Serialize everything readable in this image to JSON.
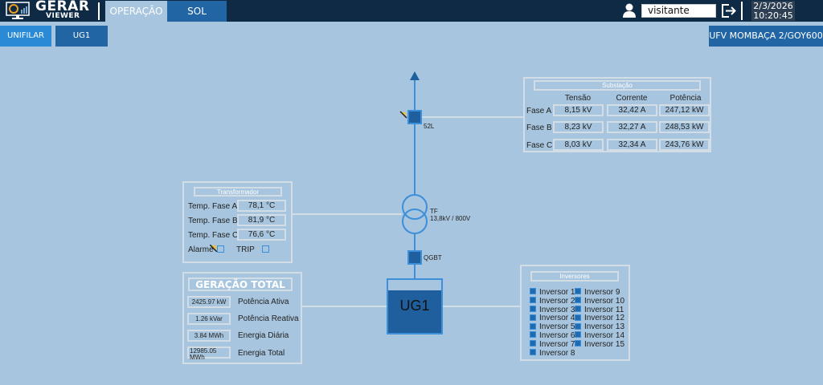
{
  "header": {
    "logo_text": "GERAR",
    "logo_subtext": "VIEWER",
    "tabs": [
      {
        "label": "OPERAÇÃO",
        "active": true
      },
      {
        "label": "SOL",
        "active": false
      }
    ],
    "username": "visitante",
    "date": "2/3/2026",
    "time": "10:20:45"
  },
  "subnav": {
    "buttons": [
      "UNIFILAR",
      "UG1"
    ],
    "plant_name": "UFV MOMBAÇA 2/GOY600"
  },
  "substation": {
    "title": "Substação",
    "columns": [
      "Tensão",
      "Corrente",
      "Potência"
    ],
    "rows": [
      {
        "label": "Fase A",
        "values": [
          "8,15 kV",
          "32,42 A",
          "247,12 kW"
        ]
      },
      {
        "label": "Fase B",
        "values": [
          "8,23 kV",
          "32,27 A",
          "248,53 kW"
        ]
      },
      {
        "label": "Fase C",
        "values": [
          "8,03 kV",
          "32,34 A",
          "243,76 kW"
        ]
      }
    ]
  },
  "transformer": {
    "title": "Transformador",
    "rows": [
      {
        "label": "Temp. Fase A",
        "value": "78,1 °C"
      },
      {
        "label": "Temp. Fase B",
        "value": "81,9 °C"
      },
      {
        "label": "Temp. Fase C",
        "value": "76,6 °C"
      }
    ],
    "alarm_label": "Alarme",
    "trip_label": "TRIP"
  },
  "generation": {
    "title": "GERAÇÃO TOTAL",
    "rows": [
      {
        "value": "2425.97 kW",
        "label": "Potência Ativa"
      },
      {
        "value": "1.26 kVar",
        "label": "Potência Reativa"
      },
      {
        "value": "3.84 MWh",
        "label": "Energia Diária"
      },
      {
        "value": "12985.05 MWh",
        "label": "Energia Total"
      }
    ]
  },
  "inverters": {
    "title": "Inversores",
    "items": [
      "Inversor 1",
      "Inversor 2",
      "Inversor 3",
      "Inversor 4",
      "Inversor 5",
      "Inversor 6",
      "Inversor 7",
      "Inversor 8",
      "Inversor 9",
      "Inversor 10",
      "Inversor 11",
      "Inversor 12",
      "Inversor 13",
      "Inversor 14",
      "Inversor 15"
    ]
  },
  "diagram": {
    "breaker_label": "52L",
    "transformer_label": "TF",
    "transformer_ratio": "13,8kV / 800V",
    "qgbt_label": "QGBT",
    "unit_label": "UG1"
  },
  "colors": {
    "background": "#a7c5de",
    "header": "#0f2a45",
    "accent_blue": "#2165a4",
    "line_blue": "#3c8fd9",
    "active_subtab": "#2a8ad6"
  }
}
